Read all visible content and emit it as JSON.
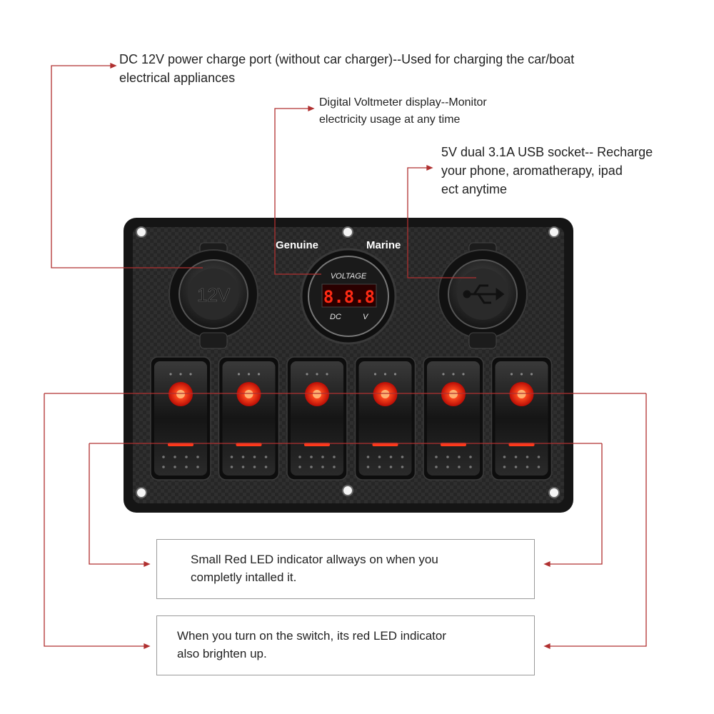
{
  "captions": {
    "dc_port": [
      "DC 12V power charge port (without car charger)--Used for charging the car/boat",
      "electrical appliances"
    ],
    "voltmeter": [
      "Digital Voltmeter display--Monitor",
      "electricity usage at any time"
    ],
    "usb": [
      "5V dual 3.1A USB socket-- Recharge",
      "your phone, aromatherapy, ipad",
      "ect anytime"
    ]
  },
  "boxes": {
    "led_always_on": [
      "Small Red LED indicator allways on when you",
      "completly intalled it."
    ],
    "switch_on": [
      "When you turn on the switch, its red LED indicator",
      "also brighten up."
    ]
  },
  "panel": {
    "brand_left": "Genuine",
    "brand_right": "Marine",
    "socket_12v_label": "12V",
    "voltmeter_label": "VOLTAGE",
    "voltmeter_reading": "8.8.8",
    "voltmeter_dc": "DC",
    "voltmeter_v": "V",
    "switch_count": 6
  },
  "colors": {
    "annotation_line": "#b03030",
    "led_red": "#ff3a1a",
    "panel_dark": "#1e1e1e"
  }
}
